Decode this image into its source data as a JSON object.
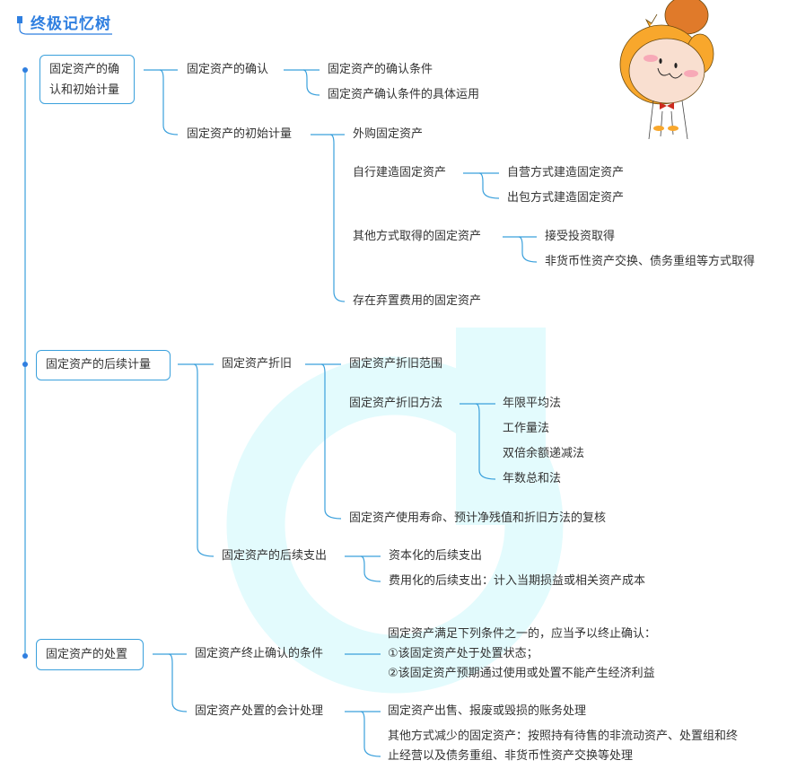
{
  "header": {
    "title": "终极记忆树"
  },
  "colors": {
    "accent": "#3aa0dc",
    "title": "#2f7fe0",
    "watermark": "#e3fbfd",
    "text": "#333333"
  },
  "tree": {
    "branches": [
      {
        "label": "固定资产的确认和初始计量",
        "label_lines": [
          "固定资产的确",
          "认和初始计量"
        ],
        "children": [
          {
            "label": "固定资产的确认",
            "children": [
              {
                "label": "固定资产的确认条件"
              },
              {
                "label": "固定资产确认条件的具体运用"
              }
            ]
          },
          {
            "label": "固定资产的初始计量",
            "children": [
              {
                "label": "外购固定资产"
              },
              {
                "label": "自行建造固定资产",
                "children": [
                  {
                    "label": "自营方式建造固定资产"
                  },
                  {
                    "label": "出包方式建造固定资产"
                  }
                ]
              },
              {
                "label": "其他方式取得的固定资产",
                "children": [
                  {
                    "label": "接受投资取得"
                  },
                  {
                    "label": "非货币性资产交换、债务重组等方式取得"
                  }
                ]
              },
              {
                "label": "存在弃置费用的固定资产"
              }
            ]
          }
        ]
      },
      {
        "label": "固定资产的后续计量",
        "children": [
          {
            "label": "固定资产折旧",
            "children": [
              {
                "label": "固定资产折旧范围"
              },
              {
                "label": "固定资产折旧方法",
                "children": [
                  {
                    "label": "年限平均法"
                  },
                  {
                    "label": "工作量法"
                  },
                  {
                    "label": "双倍余额递减法"
                  },
                  {
                    "label": "年数总和法"
                  }
                ]
              },
              {
                "label": "固定资产使用寿命、预计净残值和折旧方法的复核"
              }
            ]
          },
          {
            "label": "固定资产的后续支出",
            "children": [
              {
                "label": "资本化的后续支出"
              },
              {
                "label": "费用化的后续支出：计入当期损益或相关资产成本"
              }
            ]
          }
        ]
      },
      {
        "label": "固定资产的处置",
        "children": [
          {
            "label": "固定资产终止确认的条件",
            "children": [
              {
                "label": "固定资产满足下列条件之一的，应当予以终止确认：①该固定资产处于处置状态；②该固定资产预期通过使用或处置不能产生经济利益",
                "lines": [
                  "固定资产满足下列条件之一的，应当予以终止确认：",
                  "①该固定资产处于处置状态；",
                  "②该固定资产预期通过使用或处置不能产生经济利益"
                ]
              }
            ]
          },
          {
            "label": "固定资产处置的会计处理",
            "children": [
              {
                "label": "固定资产出售、报废或毁损的账务处理"
              },
              {
                "label": "其他方式减少的固定资产：按照持有待售的非流动资产、处置组和终止经营以及债务重组、非货币性资产交换等处理",
                "lines": [
                  "其他方式减少的固定资产：按照持有待售的非流动资产、处置组和终",
                  "止经营以及债务重组、非货币性资产交换等处理"
                ]
              }
            ]
          }
        ]
      }
    ]
  },
  "icons": {
    "mascot": "orange-head-mascot-icon",
    "watermark": "logo-watermark"
  }
}
